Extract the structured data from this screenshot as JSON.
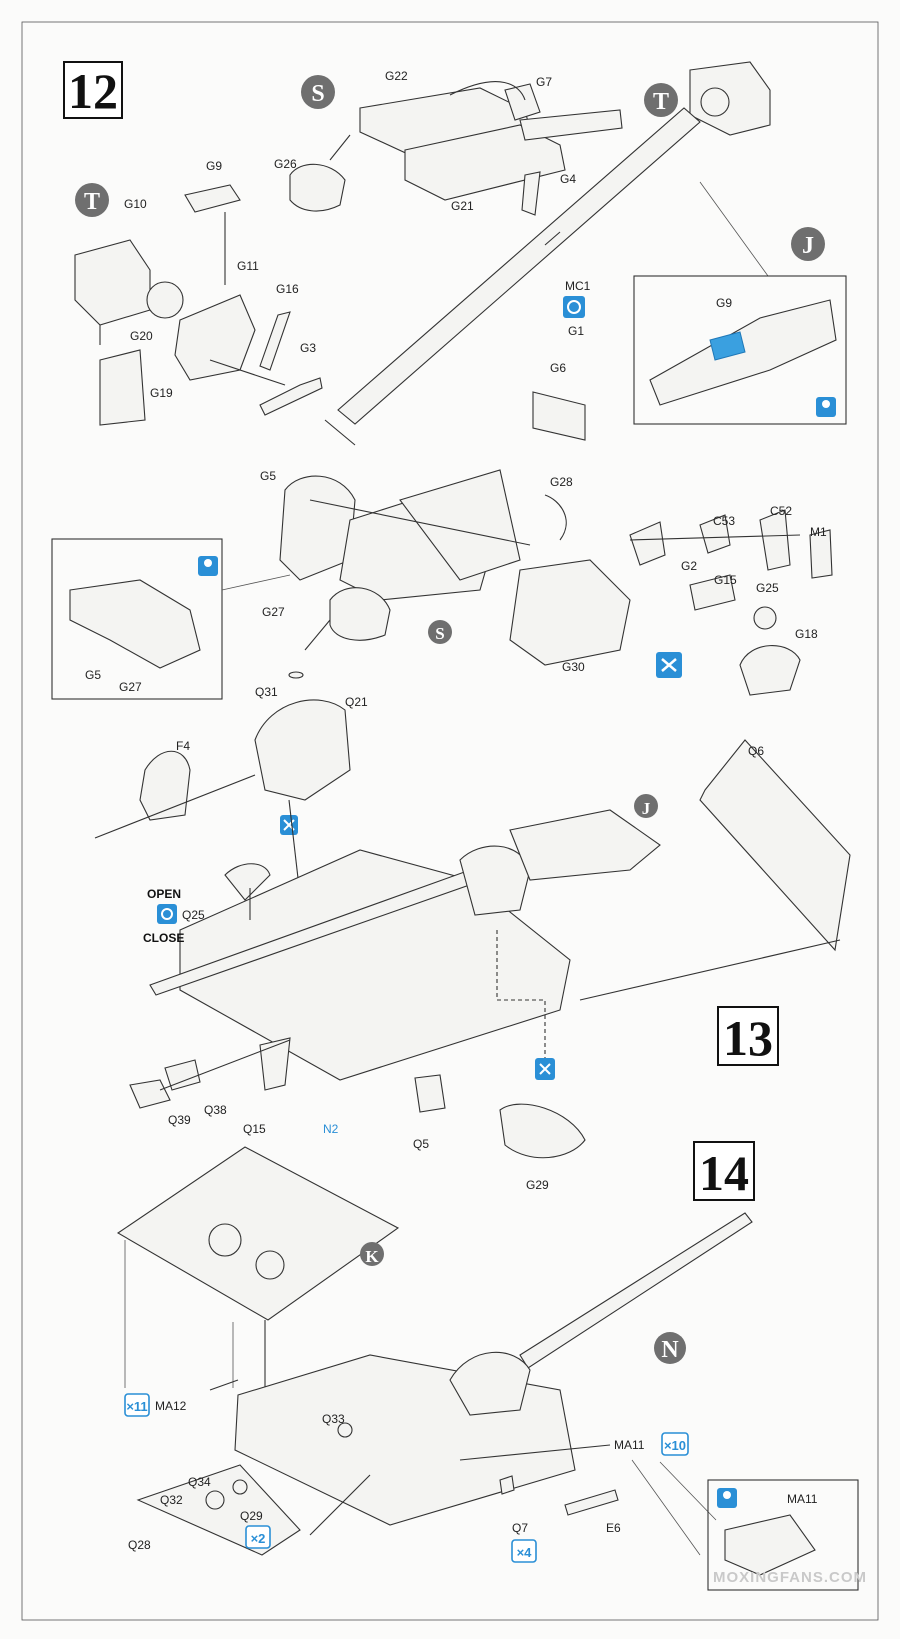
{
  "steps": [
    "12",
    "13",
    "14"
  ],
  "callouts": {
    "S": "S",
    "T": "T",
    "J": "J",
    "K": "K",
    "N": "N"
  },
  "labels": {
    "G22": "G22",
    "G7": "G7",
    "G26": "G26",
    "G4": "G4",
    "G21": "G21",
    "G9": "G9",
    "G10": "G10",
    "G11": "G11",
    "G16": "G16",
    "G20": "G20",
    "G3": "G3",
    "G19": "G19",
    "MC1": "MC1",
    "G1": "G1",
    "G9b": "G9",
    "G6": "G6",
    "G5": "G5",
    "G28": "G28",
    "C53": "C53",
    "C52": "C52",
    "M1": "M1",
    "G2": "G2",
    "G15": "G15",
    "G25": "G25",
    "G18": "G18",
    "G27": "G27",
    "G30": "G30",
    "G5b": "G5",
    "G27b": "G27",
    "Q31": "Q31",
    "Q21": "Q21",
    "F4": "F4",
    "Q6": "Q6",
    "Q25": "Q25",
    "Q38": "Q38",
    "Q39": "Q39",
    "Q15": "Q15",
    "N2": "N2",
    "Q5": "Q5",
    "G29": "G29",
    "Q33": "Q33",
    "MA12": "MA12",
    "MA11": "MA11",
    "MA11b": "MA11",
    "Q34": "Q34",
    "Q32": "Q32",
    "Q29": "Q29",
    "Q28": "Q28",
    "Q7": "Q7",
    "E6": "E6"
  },
  "open_close": {
    "open": "OPEN",
    "close": "CLOSE"
  },
  "multipliers": {
    "MA12": "×11",
    "MA11": "×10",
    "Q29": "×2",
    "Q7": "×4"
  },
  "icons": [
    "rotate-icon",
    "glue-icon",
    "no-glue-icon",
    "paint-icon"
  ],
  "watermark": "MOXINGFANS.COM",
  "colors": {
    "accent": "#2a8fd6",
    "callout": "#6f6f6f",
    "ink": "#333333"
  }
}
